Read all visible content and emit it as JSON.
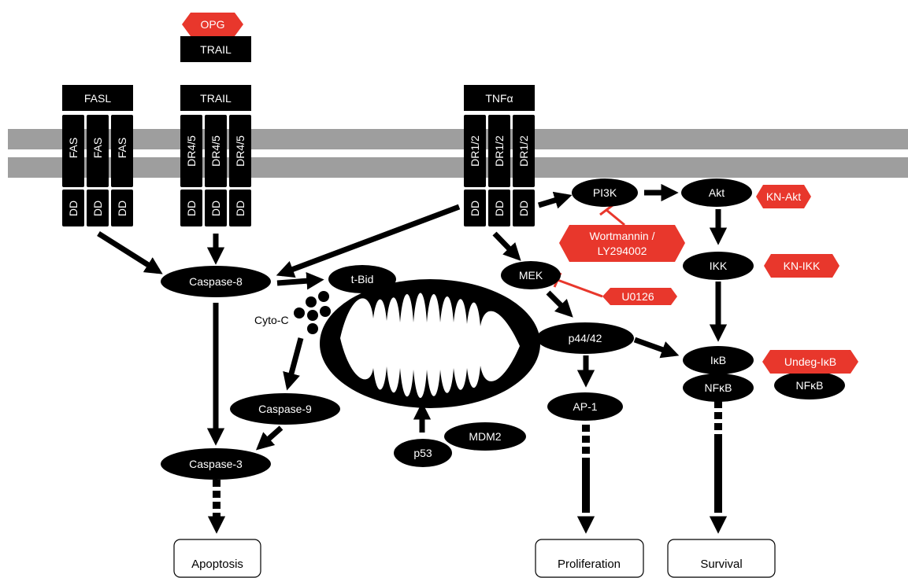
{
  "ligands": {
    "opg": "OPG",
    "trail_decoy": "TRAIL",
    "fasl": "FASL",
    "trail": "TRAIL",
    "tnfa": "TNFα"
  },
  "receptors": {
    "fas": "FAS",
    "dr45": "DR4/5",
    "dr12": "DR1/2",
    "dd": "DD"
  },
  "nodes": {
    "caspase8": "Caspase-8",
    "tbid": "t-Bid",
    "cytoc": "Cyto-C",
    "caspase9": "Caspase-9",
    "caspase3": "Caspase-3",
    "p53": "p53",
    "mdm2": "MDM2",
    "pi3k": "PI3K",
    "akt": "Akt",
    "ikk": "IKK",
    "ikb": "IκB",
    "nfkb": "NFκB",
    "nfkb2": "NFκB",
    "mek": "MEK",
    "p4442": "p44/42",
    "ap1": "AP-1"
  },
  "inhibitors": {
    "knakt": "KN-Akt",
    "knikk": "KN-IKK",
    "undeg": "Undeg-IκB",
    "wortmannin_l1": "Wortmannin /",
    "wortmannin_l2": "LY294002",
    "u0126": "U0126"
  },
  "outcomes": {
    "apoptosis": "Apoptosis",
    "proliferation": "Proliferation",
    "survival": "Survival"
  },
  "colors": {
    "membrane": "#9e9e9e",
    "node": "#000000",
    "inhibitor": "#e8372c",
    "text_light": "#ffffff"
  }
}
